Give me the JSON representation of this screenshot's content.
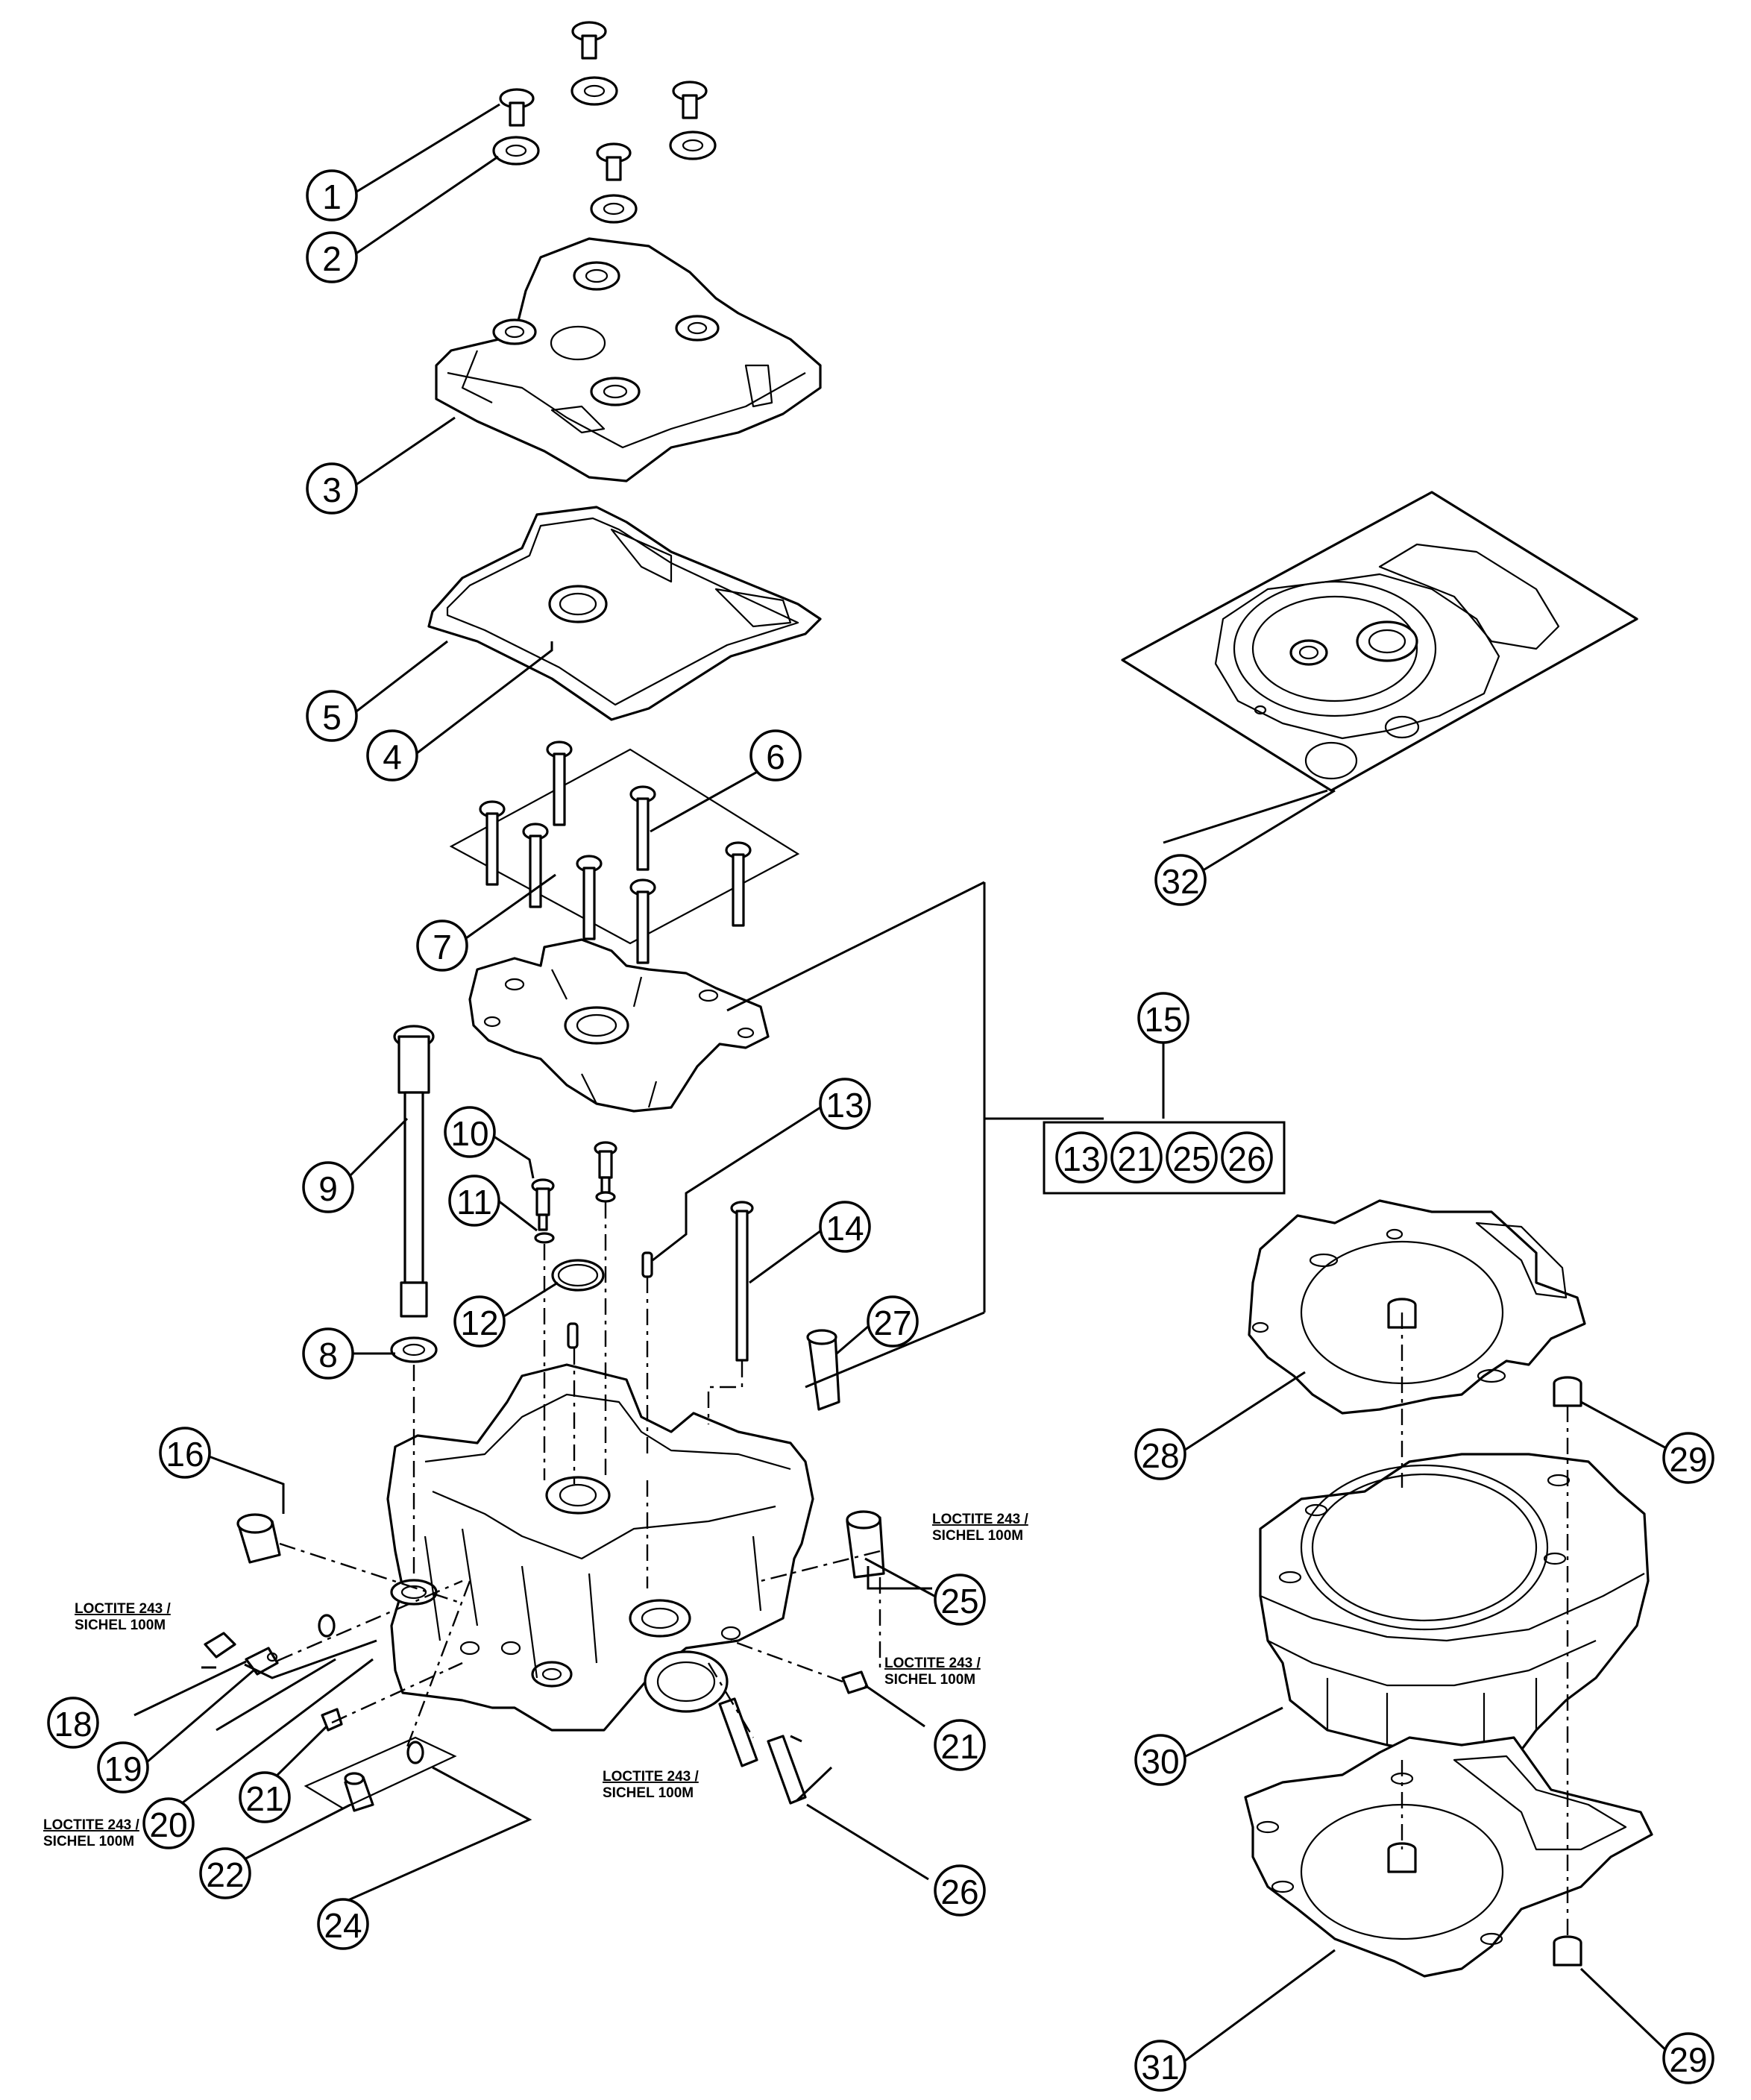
{
  "callouts": {
    "c1": "1",
    "c2": "2",
    "c3": "3",
    "c4": "4",
    "c5": "5",
    "c6": "6",
    "c7": "7",
    "c8": "8",
    "c9": "9",
    "c10": "10",
    "c11": "11",
    "c12": "12",
    "c13": "13",
    "c14": "14",
    "c15": "15",
    "c16": "16",
    "c18": "18",
    "c19": "19",
    "c20": "20",
    "c21a": "21",
    "c21b": "21",
    "c22": "22",
    "c24": "24",
    "c25": "25",
    "c26": "26",
    "c27": "27",
    "c28": "28",
    "c29a": "29",
    "c29b": "29",
    "c30": "30",
    "c31": "31",
    "c32": "32"
  },
  "kit": {
    "items": [
      "13",
      "21",
      "25",
      "26"
    ]
  },
  "notes": {
    "n_line1": "LOCTITE 243 /",
    "n_line2": "SICHEL 100M"
  }
}
